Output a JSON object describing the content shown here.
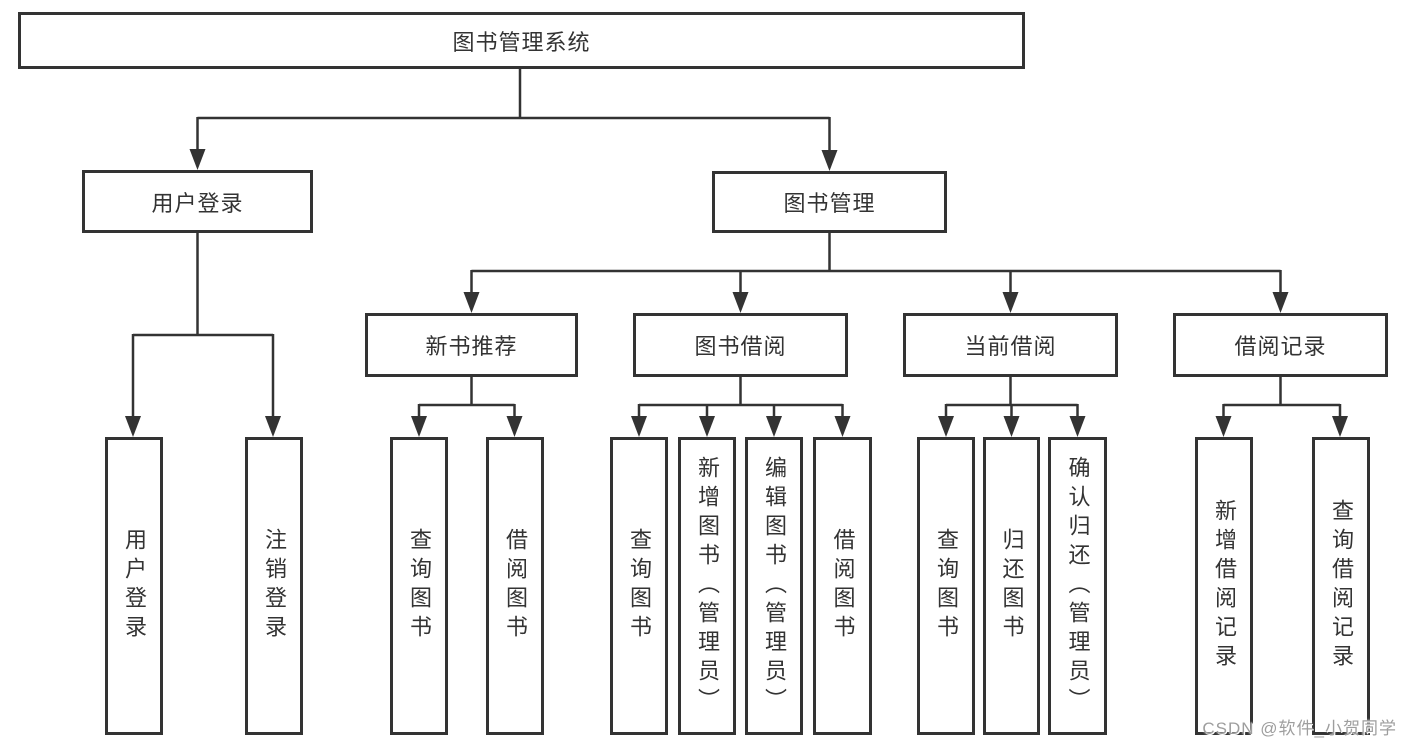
{
  "nodes": {
    "root": "图书管理系统",
    "level2": [
      "用户登录",
      "图书管理"
    ],
    "level3": [
      "新书推荐",
      "图书借阅",
      "当前借阅",
      "借阅记录"
    ],
    "leafGroups": [
      [
        "用户登录",
        "注销登录"
      ],
      [
        "查询图书",
        "借阅图书"
      ],
      [
        "查询图书",
        "新增图书（管理员）",
        "编辑图书（管理员）",
        "借阅图书"
      ],
      [
        "查询图书",
        "归还图书",
        "确认归还（管理员）"
      ],
      [
        "新增借阅记录",
        "查询借阅记录"
      ]
    ]
  },
  "watermark": "CSDN @软件_小贺同学",
  "colors": {
    "line": "#333333",
    "text": "#333333",
    "box_background": "#ffffff",
    "watermark": "#9e9e9e"
  }
}
